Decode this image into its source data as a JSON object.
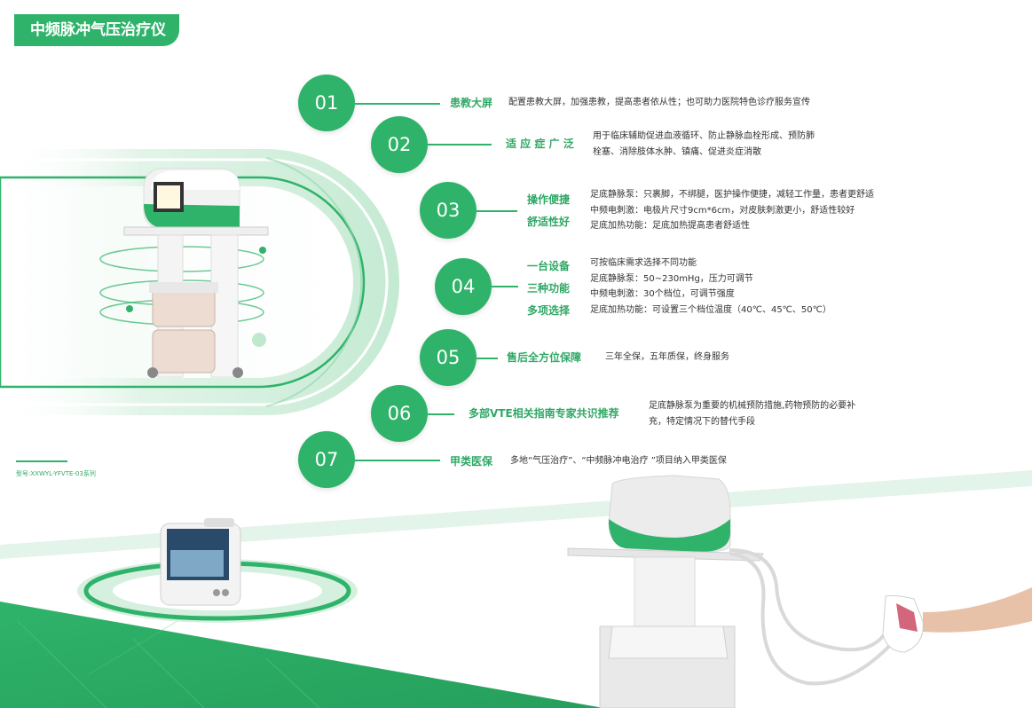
{
  "header": {
    "title": "中频脉冲气压治疗仪"
  },
  "model": "型号:XXWYL-YFVTE-03系列",
  "features": [
    {
      "number": "01",
      "title": [
        "患教大屏"
      ],
      "desc": [
        "配置患教大屏，加强患教，提高患者依从性；也可助力医院特色诊疗服务宣传"
      ]
    },
    {
      "number": "02",
      "title": [
        "适 应 症 广 泛"
      ],
      "desc": [
        "用于临床辅助促进血液循环、防止静脉血栓形成、预防肺",
        "栓塞、消除肢体水肿、镇痛、促进炎症消散"
      ]
    },
    {
      "number": "03",
      "title": [
        "操作便捷",
        "舒适性好"
      ],
      "desc": [
        "足底静脉泵：只裹脚，不绑腿，医护操作便捷，减轻工作量，患者更舒适",
        "中频电刺激：电极片尺寸9cm*6cm，对皮肤刺激更小，舒适性较好",
        "足底加热功能：足底加热提高患者舒适性"
      ]
    },
    {
      "number": "04",
      "title": [
        "一台设备",
        "三种功能",
        "多项选择"
      ],
      "desc": [
        "可按临床需求选择不同功能",
        "足底静脉泵：50~230mHg，压力可调节",
        "中频电刺激：30个档位，可调节强度",
        "足底加热功能：可设置三个档位温度（40℃、45℃、50℃）"
      ]
    },
    {
      "number": "05",
      "title": [
        "售后全方位保障"
      ],
      "desc": [
        "三年全保，五年质保，终身服务"
      ]
    },
    {
      "number": "06",
      "title": [
        "多部VTE相关指南专家共识推荐"
      ],
      "desc": [
        "足底静脉泵为重要的机械预防措施,药物预防的必要补",
        "充，特定情况下的替代手段"
      ]
    },
    {
      "number": "07",
      "title": [
        "甲类医保"
      ],
      "desc": [
        "多地“气压治疗”、“中频脉冲电治疗 ”项目纳入甲类医保"
      ]
    }
  ],
  "colors": {
    "brand": "#2fb36a",
    "brand_text": "#2fa865",
    "light": "#e3f4ea"
  }
}
